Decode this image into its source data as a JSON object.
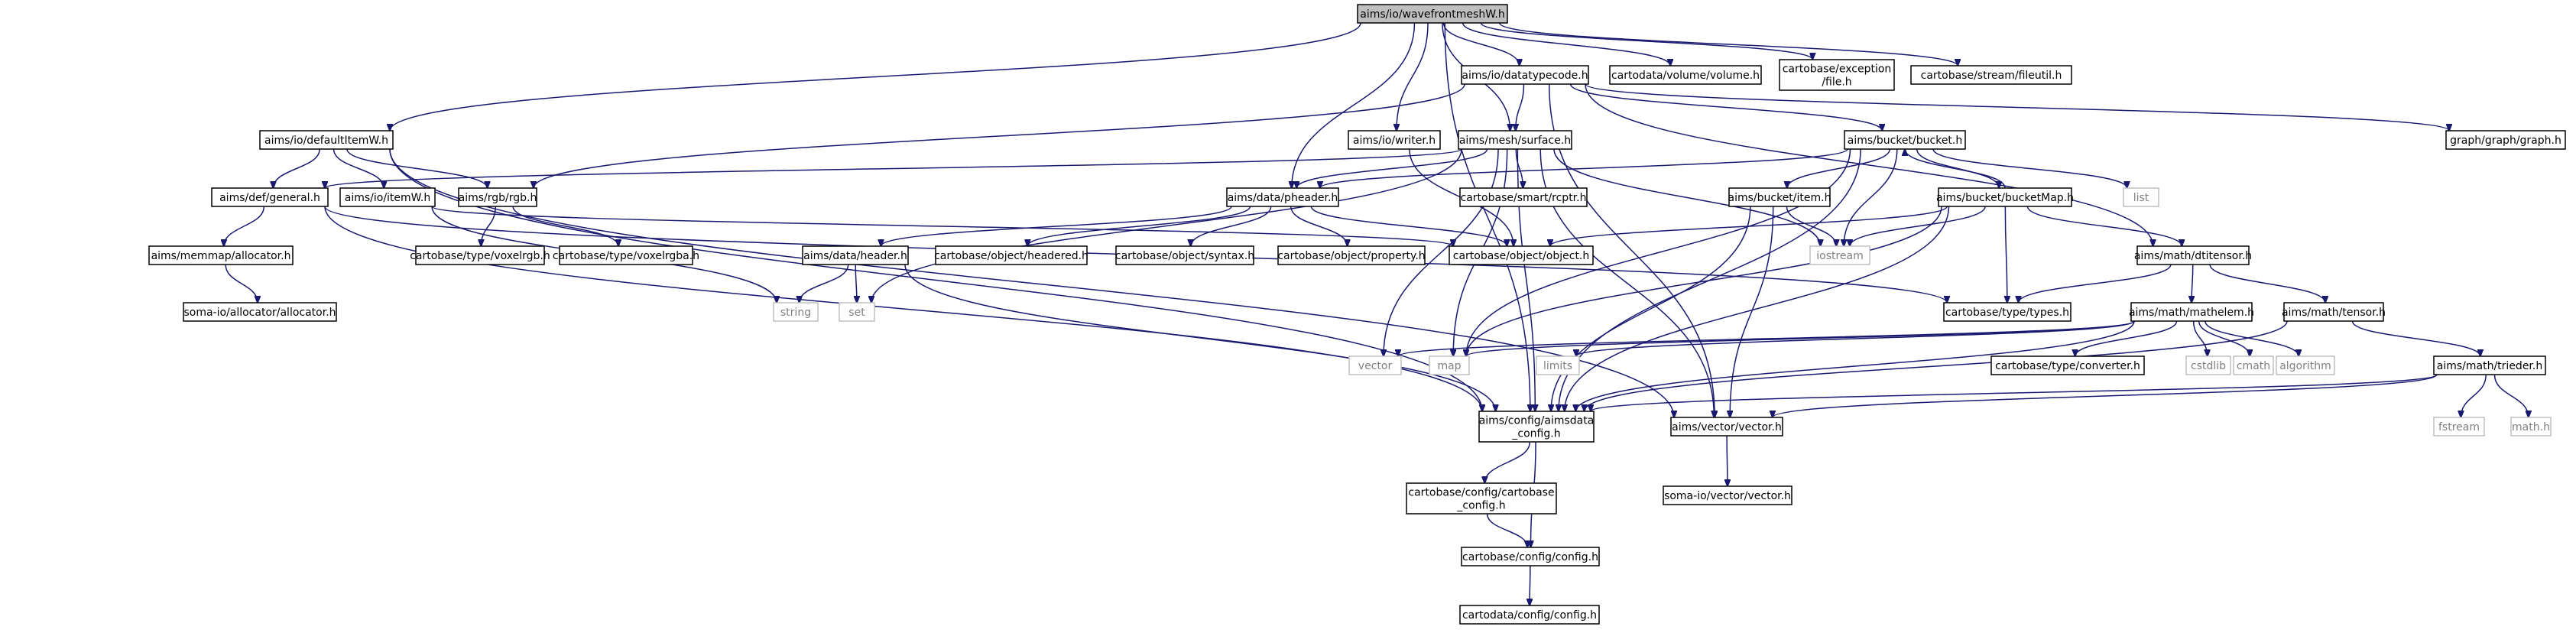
{
  "diagram": {
    "colors": {
      "edge": "#191970",
      "root_fill": "#bfbfbf",
      "node_border": "#000000",
      "system_border": "#bfbfbf",
      "system_text": "#808080"
    },
    "nodes": [
      {
        "id": "root",
        "lines": [
          "aims/io/wavefrontmeshW.h"
        ],
        "kind": "root"
      },
      {
        "id": "datatypecode",
        "lines": [
          "aims/io/datatypecode.h"
        ]
      },
      {
        "id": "volume",
        "lines": [
          "cartodata/volume/volume.h"
        ]
      },
      {
        "id": "exfile",
        "lines": [
          "cartobase/exception",
          "/file.h"
        ]
      },
      {
        "id": "fileutil",
        "lines": [
          "cartobase/stream/fileutil.h"
        ]
      },
      {
        "id": "defaultItemW",
        "lines": [
          "aims/io/defaultItemW.h"
        ]
      },
      {
        "id": "writer",
        "lines": [
          "aims/io/writer.h"
        ]
      },
      {
        "id": "surface",
        "lines": [
          "aims/mesh/surface.h"
        ]
      },
      {
        "id": "bucket",
        "lines": [
          "aims/bucket/bucket.h"
        ]
      },
      {
        "id": "graph",
        "lines": [
          "graph/graph/graph.h"
        ]
      },
      {
        "id": "general",
        "lines": [
          "aims/def/general.h"
        ]
      },
      {
        "id": "itemW",
        "lines": [
          "aims/io/itemW.h"
        ]
      },
      {
        "id": "rgb",
        "lines": [
          "aims/rgb/rgb.h"
        ]
      },
      {
        "id": "pheader",
        "lines": [
          "aims/data/pheader.h"
        ]
      },
      {
        "id": "rcptr",
        "lines": [
          "cartobase/smart/rcptr.h"
        ]
      },
      {
        "id": "item",
        "lines": [
          "aims/bucket/item.h"
        ]
      },
      {
        "id": "bucketMap",
        "lines": [
          "aims/bucket/bucketMap.h"
        ]
      },
      {
        "id": "list",
        "lines": [
          "list"
        ],
        "kind": "sys"
      },
      {
        "id": "allocator",
        "lines": [
          "aims/memmap/allocator.h"
        ]
      },
      {
        "id": "voxelrgb",
        "lines": [
          "cartobase/type/voxelrgb.h"
        ]
      },
      {
        "id": "voxelrgba",
        "lines": [
          "cartobase/type/voxelrgba.h"
        ]
      },
      {
        "id": "header",
        "lines": [
          "aims/data/header.h"
        ]
      },
      {
        "id": "headered",
        "lines": [
          "cartobase/object/headered.h"
        ]
      },
      {
        "id": "syntax",
        "lines": [
          "cartobase/object/syntax.h"
        ]
      },
      {
        "id": "property",
        "lines": [
          "cartobase/object/property.h"
        ]
      },
      {
        "id": "object",
        "lines": [
          "cartobase/object/object.h"
        ]
      },
      {
        "id": "iostream",
        "lines": [
          "iostream"
        ],
        "kind": "sys"
      },
      {
        "id": "dtitensor",
        "lines": [
          "aims/math/dtitensor.h"
        ]
      },
      {
        "id": "somaalloc",
        "lines": [
          "soma-io/allocator/allocator.h"
        ]
      },
      {
        "id": "string",
        "lines": [
          "string"
        ],
        "kind": "sys"
      },
      {
        "id": "set",
        "lines": [
          "set"
        ],
        "kind": "sys"
      },
      {
        "id": "types",
        "lines": [
          "cartobase/type/types.h"
        ]
      },
      {
        "id": "mathelem",
        "lines": [
          "aims/math/mathelem.h"
        ]
      },
      {
        "id": "tensor",
        "lines": [
          "aims/math/tensor.h"
        ]
      },
      {
        "id": "vector",
        "lines": [
          "vector"
        ],
        "kind": "sys"
      },
      {
        "id": "map",
        "lines": [
          "map"
        ],
        "kind": "sys"
      },
      {
        "id": "limits",
        "lines": [
          "limits"
        ],
        "kind": "sys"
      },
      {
        "id": "converter",
        "lines": [
          "cartobase/type/converter.h"
        ]
      },
      {
        "id": "cstdlib",
        "lines": [
          "cstdlib"
        ],
        "kind": "sys"
      },
      {
        "id": "cmath",
        "lines": [
          "cmath"
        ],
        "kind": "sys"
      },
      {
        "id": "algorithm",
        "lines": [
          "algorithm"
        ],
        "kind": "sys"
      },
      {
        "id": "trieder",
        "lines": [
          "aims/math/trieder.h"
        ]
      },
      {
        "id": "aimsdata_config",
        "lines": [
          "aims/config/aimsdata",
          "_config.h"
        ]
      },
      {
        "id": "aimsvector",
        "lines": [
          "aims/vector/vector.h"
        ]
      },
      {
        "id": "fstream",
        "lines": [
          "fstream"
        ],
        "kind": "sys"
      },
      {
        "id": "mathh",
        "lines": [
          "math.h"
        ],
        "kind": "sys"
      },
      {
        "id": "cartobase_config",
        "lines": [
          "cartobase/config/cartobase",
          "_config.h"
        ]
      },
      {
        "id": "somavector",
        "lines": [
          "soma-io/vector/vector.h"
        ]
      },
      {
        "id": "cb_config",
        "lines": [
          "cartobase/config/config.h"
        ]
      },
      {
        "id": "cd_config",
        "lines": [
          "cartodata/config/config.h"
        ]
      }
    ],
    "edges": [
      [
        "root",
        "datatypecode"
      ],
      [
        "root",
        "volume"
      ],
      [
        "root",
        "exfile"
      ],
      [
        "root",
        "fileutil"
      ],
      [
        "root",
        "defaultItemW"
      ],
      [
        "root",
        "writer"
      ],
      [
        "root",
        "surface"
      ],
      [
        "root",
        "pheader"
      ],
      [
        "root",
        "aimsdata_config"
      ],
      [
        "datatypecode",
        "surface"
      ],
      [
        "datatypecode",
        "bucket"
      ],
      [
        "datatypecode",
        "graph"
      ],
      [
        "datatypecode",
        "rgb"
      ],
      [
        "datatypecode",
        "dtitensor"
      ],
      [
        "datatypecode",
        "aimsvector"
      ],
      [
        "defaultItemW",
        "general"
      ],
      [
        "defaultItemW",
        "itemW"
      ],
      [
        "defaultItemW",
        "rgb"
      ],
      [
        "defaultItemW",
        "aimsdata_config"
      ],
      [
        "defaultItemW",
        "aimsvector"
      ],
      [
        "writer",
        "object"
      ],
      [
        "surface",
        "general"
      ],
      [
        "surface",
        "pheader"
      ],
      [
        "surface",
        "rcptr"
      ],
      [
        "surface",
        "iostream"
      ],
      [
        "surface",
        "vector"
      ],
      [
        "surface",
        "map"
      ],
      [
        "surface",
        "aimsvector"
      ],
      [
        "surface",
        "aimsdata_config"
      ],
      [
        "surface",
        "set"
      ],
      [
        "bucket",
        "pheader"
      ],
      [
        "bucket",
        "item"
      ],
      [
        "bucket",
        "bucketMap"
      ],
      [
        "bucket",
        "list"
      ],
      [
        "bucket",
        "iostream"
      ],
      [
        "bucket",
        "map"
      ],
      [
        "bucket",
        "aimsdata_config"
      ],
      [
        "bucketMap",
        "bucket"
      ],
      [
        "bucketMap",
        "object"
      ],
      [
        "bucketMap",
        "iostream"
      ],
      [
        "bucketMap",
        "types"
      ],
      [
        "bucketMap",
        "map"
      ],
      [
        "bucketMap",
        "aimsdata_config"
      ],
      [
        "bucketMap",
        "dtitensor"
      ],
      [
        "item",
        "iostream"
      ],
      [
        "item",
        "aimsvector"
      ],
      [
        "item",
        "aimsdata_config"
      ],
      [
        "general",
        "allocator"
      ],
      [
        "general",
        "types"
      ],
      [
        "general",
        "aimsdata_config"
      ],
      [
        "itemW",
        "object"
      ],
      [
        "itemW",
        "string"
      ],
      [
        "rgb",
        "voxelrgb"
      ],
      [
        "rgb",
        "voxelrgba"
      ],
      [
        "pheader",
        "header"
      ],
      [
        "pheader",
        "headered"
      ],
      [
        "pheader",
        "syntax"
      ],
      [
        "pheader",
        "property"
      ],
      [
        "pheader",
        "object"
      ],
      [
        "header",
        "string"
      ],
      [
        "header",
        "set"
      ],
      [
        "header",
        "aimsdata_config"
      ],
      [
        "allocator",
        "somaalloc"
      ],
      [
        "dtitensor",
        "types"
      ],
      [
        "dtitensor",
        "mathelem"
      ],
      [
        "dtitensor",
        "tensor"
      ],
      [
        "mathelem",
        "vector"
      ],
      [
        "mathelem",
        "map"
      ],
      [
        "mathelem",
        "limits"
      ],
      [
        "mathelem",
        "converter"
      ],
      [
        "mathelem",
        "cstdlib"
      ],
      [
        "mathelem",
        "cmath"
      ],
      [
        "mathelem",
        "algorithm"
      ],
      [
        "mathelem",
        "aimsdata_config"
      ],
      [
        "tensor",
        "trieder"
      ],
      [
        "tensor",
        "aimsdata_config"
      ],
      [
        "trieder",
        "aimsvector"
      ],
      [
        "trieder",
        "fstream"
      ],
      [
        "trieder",
        "mathh"
      ],
      [
        "trieder",
        "aimsdata_config"
      ],
      [
        "aimsdata_config",
        "cartobase_config"
      ],
      [
        "aimsdata_config",
        "cb_config"
      ],
      [
        "cartobase_config",
        "cb_config"
      ],
      [
        "aimsvector",
        "somavector"
      ],
      [
        "cb_config",
        "cd_config"
      ]
    ]
  }
}
